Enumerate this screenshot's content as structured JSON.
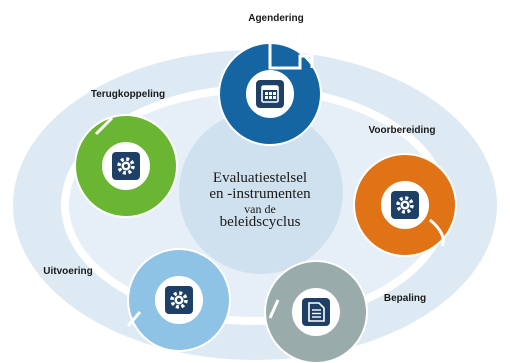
{
  "title_lines": [
    "Evaluatiestelsel",
    "en -instrumenten",
    "van de",
    "beleidscyclus"
  ],
  "stages": [
    {
      "id": "agendering",
      "label": "Agendering",
      "color": "#1565a3",
      "icon": "calendar-icon"
    },
    {
      "id": "voorbereiding",
      "label": "Voorbereiding",
      "color": "#e07315",
      "icon": "gear-icon"
    },
    {
      "id": "bepaling",
      "label": "Bepaling",
      "color": "#9aabab",
      "icon": "document-icon"
    },
    {
      "id": "uitvoering",
      "label": "Uitvoering",
      "color": "#8ec3e6",
      "icon": "gear-icon"
    },
    {
      "id": "terugkoppeling",
      "label": "Terugkoppeling",
      "color": "#6ab531",
      "icon": "gear-icon"
    }
  ],
  "colors": {
    "ellipse": "#ddeaf4",
    "inner": "#cfe0ee",
    "icon_box": "#1e3f66"
  }
}
